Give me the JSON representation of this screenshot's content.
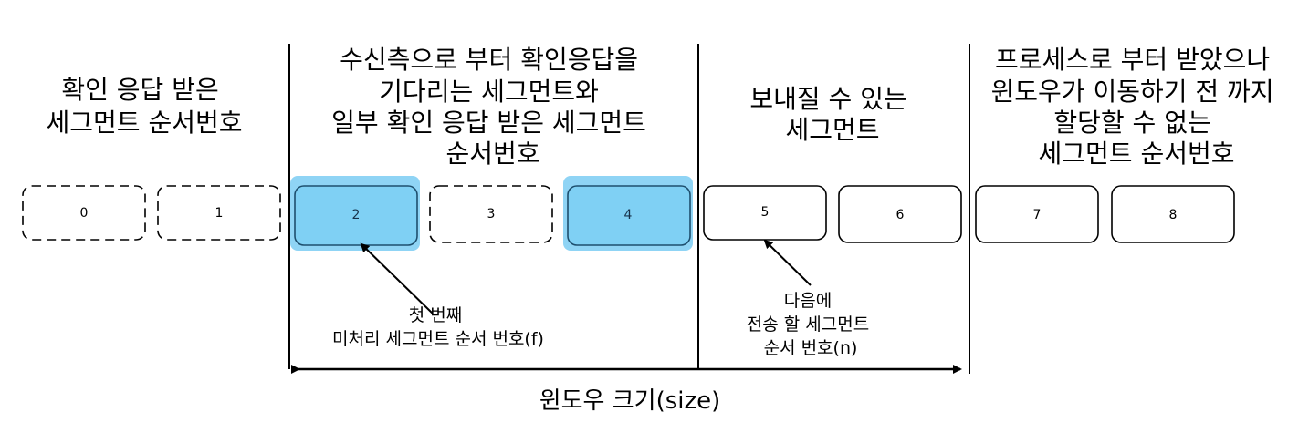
{
  "colors": {
    "highlight_fill": "#7fd0f4",
    "highlight_glow": "#8fd4f5",
    "line": "#000000"
  },
  "regions": [
    {
      "name": "acked",
      "lines": [
        "확인 응답 받은",
        "세그먼트 순서번호"
      ]
    },
    {
      "name": "awaiting",
      "lines": [
        "수신측으로 부터 확인응답을",
        "기다리는 세그먼트와",
        "일부 확인 응답 받은 세그먼트",
        "순서번호"
      ]
    },
    {
      "name": "sendable",
      "lines": [
        "보내질 수 있는",
        "세그먼트"
      ]
    },
    {
      "name": "not-allowed",
      "lines": [
        "프로세스로 부터 받았으나",
        "윈도우가 이동하기 전 까지",
        "할당할 수 없는",
        "세그먼트 순서번호"
      ]
    }
  ],
  "segments": [
    {
      "label": "0",
      "state": "acked"
    },
    {
      "label": "1",
      "state": "acked"
    },
    {
      "label": "2",
      "state": "unacked"
    },
    {
      "label": "3",
      "state": "partially-acked"
    },
    {
      "label": "4",
      "state": "unacked"
    },
    {
      "label": "5",
      "state": "sendable"
    },
    {
      "label": "6",
      "state": "sendable"
    },
    {
      "label": "7",
      "state": "not-allowed"
    },
    {
      "label": "8",
      "state": "not-allowed"
    }
  ],
  "annotations": {
    "first_unacked": [
      "첫 번째",
      "미처리 세그먼트 순서 번호(f)"
    ],
    "next_to_send": [
      "다음에",
      "전송 할 세그먼트",
      "순서 번호(n)"
    ]
  },
  "window_label": "윈도우 크기(size)"
}
